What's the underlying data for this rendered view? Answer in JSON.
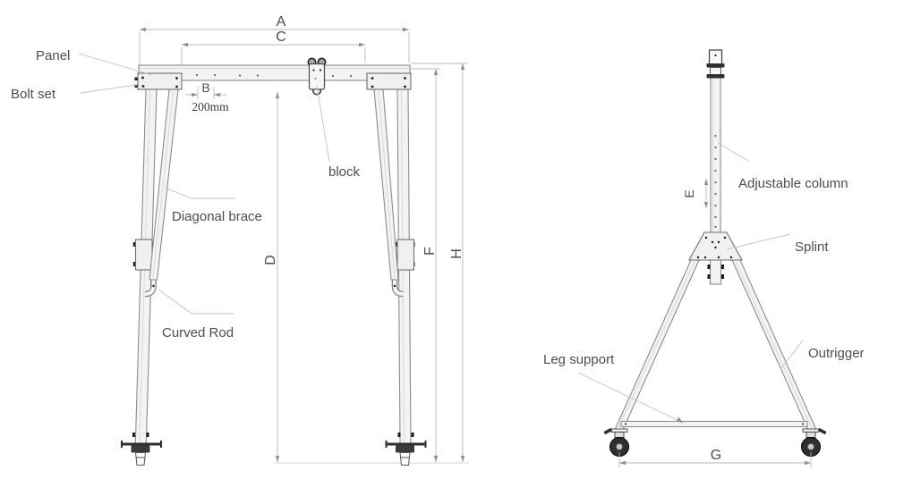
{
  "drawing": {
    "front_view": {
      "labels": {
        "panel": "Panel",
        "bolt_set": "Bolt set",
        "diagonal_brace": "Diagonal brace",
        "curved_rod": "Curved Rod",
        "block": "block"
      },
      "dimensions": {
        "overall_width": "A",
        "hole_spacing": "B",
        "hole_spacing_value": "200mm",
        "inner_width": "C",
        "clear_height": "D",
        "under_beam_height": "F",
        "overall_height": "H"
      }
    },
    "side_view": {
      "labels": {
        "adjustable_column": "Adjustable column",
        "splint": "Splint",
        "leg_support": "Leg support",
        "outrigger": "Outrigger"
      },
      "dimensions": {
        "hole_pitch": "E",
        "base_width": "G"
      }
    },
    "colors": {
      "outline": "#8c8c8c",
      "fill": "#f3f3f3",
      "dimension_line": "#b8b8b8",
      "text": "#4d4d4d",
      "bolt": "#1c1c1c"
    }
  }
}
